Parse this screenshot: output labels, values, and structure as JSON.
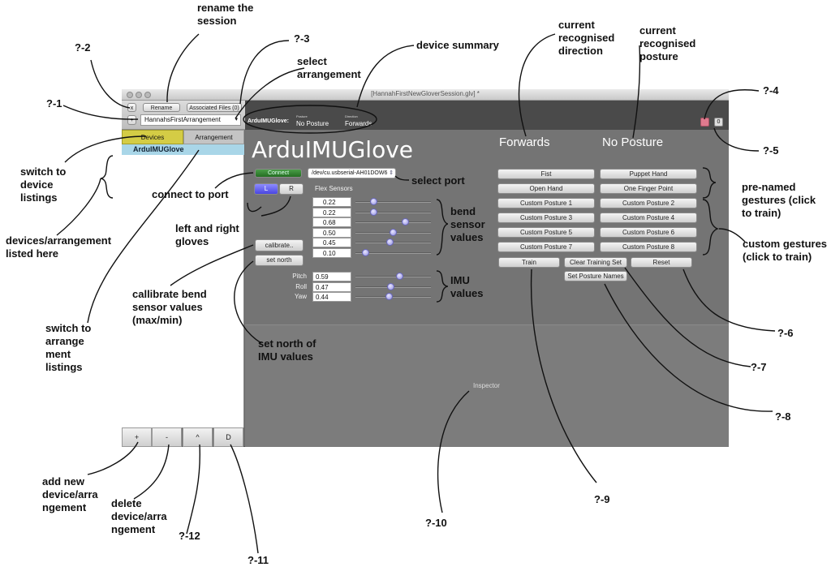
{
  "window": {
    "title": "[HannahFirstNewGloverSession.glv] *"
  },
  "toolbar": {
    "close_label": "x",
    "rename_label": "Rename",
    "associated_files_label": "Associated Files (0)",
    "add_label": "+",
    "session_name": "HannahsFirstArrangement",
    "indicator_count": "0"
  },
  "summary": {
    "device_label": "ArduIMUGlove:",
    "posture_caption": "Posture",
    "posture_value": "No Posture",
    "direction_caption": "Direction",
    "direction_value": "Forwards"
  },
  "sidebar": {
    "tabs": [
      "Devices",
      "Arrangement"
    ],
    "selected_item": "ArduIMUGlove",
    "bottom_buttons": [
      "+",
      "-",
      "^",
      "D"
    ]
  },
  "device": {
    "name": "ArduIMUGlove",
    "connect_label": "Connect",
    "port_value": "/dev/cu.usbserial-AH01DOW6",
    "left_label": "L",
    "right_label": "R",
    "flex_header": "Flex Sensors",
    "flex_values": [
      "0.22",
      "0.22",
      "0.68",
      "0.50",
      "0.45",
      "0.10"
    ],
    "flex_levels": [
      0.22,
      0.22,
      0.68,
      0.5,
      0.45,
      0.1
    ],
    "calibrate_label": "calibrate..",
    "set_north_label": "set north",
    "imu": [
      {
        "label": "Pitch",
        "value": "0.59"
      },
      {
        "label": "Roll",
        "value": "0.47"
      },
      {
        "label": "Yaw",
        "value": "0.44"
      }
    ],
    "imu_levels": [
      0.59,
      0.47,
      0.44
    ],
    "current_direction": "Forwards",
    "current_posture": "No Posture"
  },
  "gestures": {
    "named": [
      "Fist",
      "Puppet Hand",
      "Open Hand",
      "One Finger Point"
    ],
    "custom": [
      "Custom Posture 1",
      "Custom Posture 2",
      "Custom Posture 3",
      "Custom Posture 4",
      "Custom Posture 5",
      "Custom Posture 6",
      "Custom Posture 7",
      "Custom Posture 8"
    ],
    "train_label": "Train",
    "clear_label": "Clear Training Set",
    "reset_label": "Reset",
    "set_names_label": "Set Posture Names"
  },
  "inspector_label": "Inspector",
  "annotations": {
    "rename": "rename the\nsession",
    "q2": "?-2",
    "q3": "?-3",
    "select_arrangement": "select\narrangement",
    "device_summary": "device summary",
    "current_direction": "current\nrecognised\ndirection",
    "current_posture": "current\nrecognised\nposture",
    "q1": "?-1",
    "q4": "?-4",
    "q5": "?-5",
    "switch_device": "switch to\ndevice\nlistings",
    "connect_port": "connect to port",
    "select_port": "select port",
    "devices_listed": "devices/arrangement\nlisted here",
    "left_right": "left and right\ngloves",
    "bend_values": "bend\nsensor\nvalues",
    "pre_named": "pre-named\ngestures (click\nto train)",
    "custom_gestures": "custom gestures\n(click to train)",
    "calibrate": "callibrate bend\nsensor values\n(max/min)",
    "switch_arrangement": "switch to\narrange\nment\nlistings",
    "imu_values": "IMU\nvalues",
    "set_north": "set north of\nIMU values",
    "q6": "?-6",
    "q7": "?-7",
    "q8": "?-8",
    "q9": "?-9",
    "q10": "?-10",
    "q11": "?-11",
    "q12": "?-12",
    "add_new": "add new\ndevice/arra\nngement",
    "delete": "delete\ndevice/arra\nngement"
  }
}
